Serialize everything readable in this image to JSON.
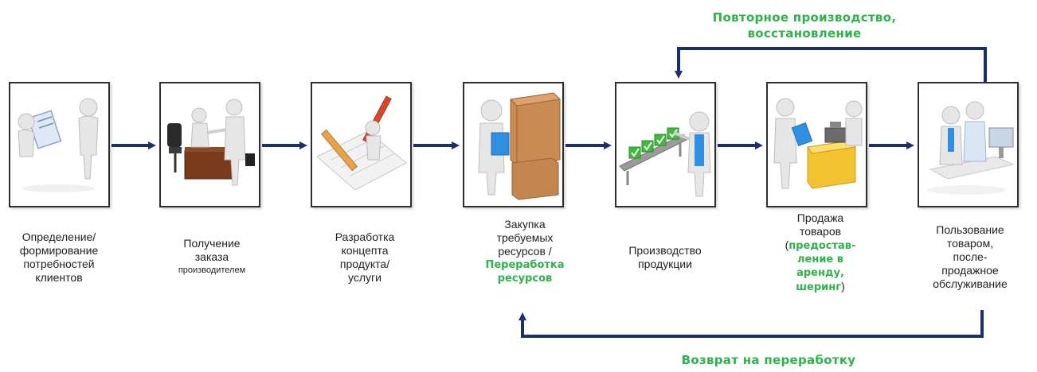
{
  "loops": {
    "top_label": [
      "Повторное производство,",
      "восстановление"
    ],
    "bottom_label": "Возврат на переработку"
  },
  "stages": [
    {
      "id": 1,
      "lines": [
        "Определение/",
        "формирование",
        "потребностей",
        "клиентов"
      ]
    },
    {
      "id": 2,
      "lines": [
        "Получение",
        "заказа",
        "производителем"
      ]
    },
    {
      "id": 3,
      "lines": [
        "Разработка",
        "концепта",
        "продукта/",
        "услуги"
      ]
    },
    {
      "id": 4,
      "lines": [
        "Закупка",
        "требуемых",
        "ресурсов /"
      ],
      "green_lines": [
        "Переработка",
        "ресурсов"
      ]
    },
    {
      "id": 5,
      "lines": [
        "Производство",
        "продукции"
      ]
    },
    {
      "id": 6,
      "lines": [
        "Продажа",
        "товаров"
      ],
      "green_prefix": "(",
      "green_lines": [
        "предостав-",
        "ление в",
        "аренду,",
        "шеринг"
      ],
      "green_suffix": ")"
    },
    {
      "id": 7,
      "lines": [
        "Пользование",
        "товаром,",
        "после-",
        "продажное",
        "обслуживание"
      ]
    }
  ],
  "colors": {
    "arrow": "#1a2f6b",
    "accent_green": "#2eb24a",
    "box_border": "#2f2f33",
    "text": "#222222"
  },
  "illustrations": [
    "person-with-clipboard-icon",
    "handshake-at-desk-icon",
    "person-with-pencil-and-ruler-icon",
    "person-with-boxes-icon",
    "conveyor-with-checkmarks-icon",
    "cashier-and-customer-icon",
    "people-at-computer-icon"
  ]
}
